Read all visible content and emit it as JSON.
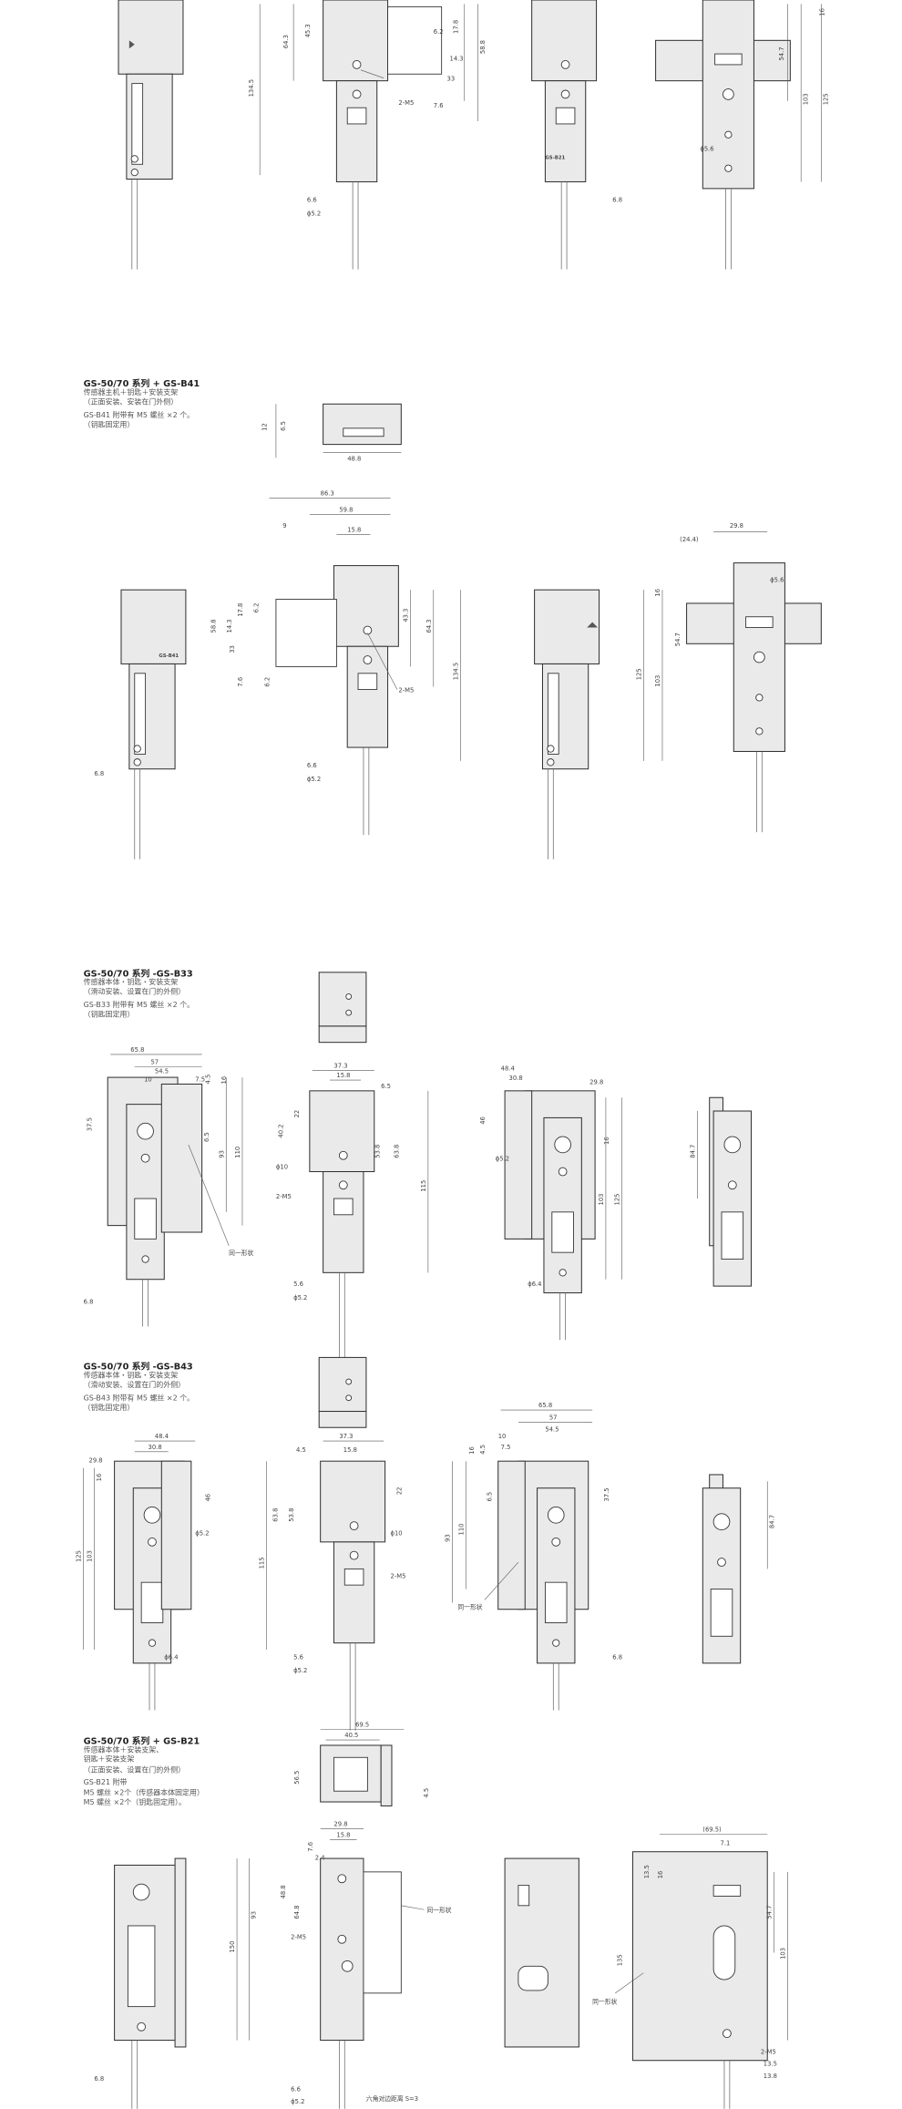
{
  "sections": [
    {
      "title": "",
      "lines": [],
      "notes": [],
      "labels": [
        "134.5",
        "64.3",
        "45.3",
        "6.2",
        "17.8",
        "14.3",
        "33",
        "58.8",
        "7.6",
        "2-M5",
        "6.6",
        "ϕ5.2",
        "6.8",
        "16",
        "54.7",
        "103",
        "125",
        "ϕ5.6",
        "GS-B21"
      ]
    },
    {
      "title": "GS-50/70 系列 + GS-B41",
      "lines": [
        "传感器主机＋钥匙＋安装支架",
        "（正面安装、安装在门外侧）"
      ],
      "notes": [
        "GS-B41 附带有 M5 螺丝 ×2 个。",
        "（钥匙固定用）"
      ],
      "labels": [
        "48.8",
        "6.5",
        "12",
        "6.8",
        "GS-B41",
        "86.3",
        "59.8",
        "15.8",
        "9",
        "58.8",
        "14.3",
        "17.8",
        "6.2",
        "33",
        "7.6",
        "6.2",
        "43.3",
        "64.3",
        "134.5",
        "2-M5",
        "6.6",
        "ϕ5.2",
        "29.8",
        "(24.4)",
        "ϕ5.6",
        "16",
        "54.7",
        "103",
        "125"
      ]
    },
    {
      "title": "GS-50/70 系列 -GS-B33",
      "lines": [
        "传感器本体・钥匙・安装支架",
        "（滑动安装、设置在门的外侧）"
      ],
      "notes": [
        "GS-B33 附带有 M5 螺丝 ×2 个。",
        "（钥匙固定用）"
      ],
      "labels": [
        "65.8",
        "57",
        "54.5",
        "10",
        "7.5",
        "16",
        "4.5",
        "37.5",
        "6.5",
        "93",
        "110",
        "6.8",
        "同一形状",
        "37.3",
        "15.8",
        "6.5",
        "40.2",
        "22",
        "ϕ10",
        "53.8",
        "63.8",
        "2-M5",
        "115",
        "5.6",
        "ϕ5.2",
        "48.4",
        "30.8",
        "29.8",
        "46",
        "16",
        "ϕ5.2",
        "103",
        "125",
        "ϕ6.4",
        "84.7"
      ]
    },
    {
      "title": "GS-50/70 系列 -GS-B43",
      "lines": [
        "传感器本体・钥匙・安装支架",
        "（滑动安装、设置在门的外侧）"
      ],
      "notes": [
        "GS-B43 附带有 M5 螺丝 ×2 个。",
        "（钥匙固定用）"
      ],
      "labels": [
        "48.4",
        "30.8",
        "29.8",
        "16",
        "46",
        "ϕ5.2",
        "103",
        "125",
        "ϕ6.4",
        "37.3",
        "15.8",
        "4.5",
        "22",
        "63.8",
        "53.8",
        "ϕ10",
        "2-M5",
        "115",
        "5.6",
        "ϕ5.2",
        "65.8",
        "57",
        "54.5",
        "10",
        "7.5",
        "16",
        "4.5",
        "37.5",
        "93",
        "110",
        "6.5",
        "同一形状",
        "6.8",
        "84.7"
      ]
    },
    {
      "title": "GS-50/70 系列 + GS-B21",
      "lines": [
        "传感器本体＋安装支架、",
        "钥匙＋安装支架",
        "（正面安装、设置在门的外侧）"
      ],
      "notes": [
        "GS-B21 附带",
        "M5 螺丝 ×2个（传感器本体固定用）",
        "M5 螺丝 ×2个（钥匙固定用）。"
      ],
      "labels": [
        "69.5",
        "40.5",
        "56.5",
        "4.5",
        "29.8",
        "15.8",
        "7.6",
        "2.4",
        "48.8",
        "64.8",
        "93",
        "150",
        "2-M5",
        "同一形状",
        "6.8",
        "6.6",
        "ϕ5.2",
        "六角对边距离 S=3",
        "(69.5)",
        "7.1",
        "16",
        "13.5",
        "54.7",
        "103",
        "135",
        "2-M5",
        "13.5",
        "13.8",
        "同一形状"
      ]
    }
  ]
}
